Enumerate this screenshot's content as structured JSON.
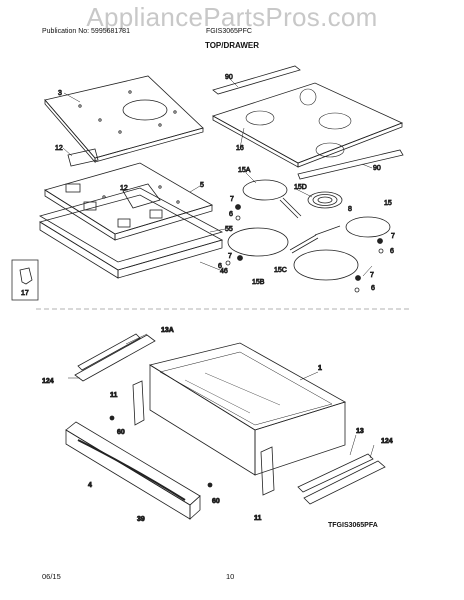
{
  "watermark": "AppliancePartsPros.com",
  "header": {
    "publication": "Publication No: 5995681781",
    "model": "FGIS3065PFC"
  },
  "section_title": "TOP/DRAWER",
  "footer": {
    "date": "06/15",
    "page": "10"
  },
  "diagram_code": "TFGIS3065PFA",
  "callouts": {
    "c3": "3",
    "c12a": "12",
    "c12b": "12",
    "c5": "5",
    "c55": "55",
    "c46": "46",
    "c17": "17",
    "c90a": "90",
    "c16": "16",
    "c90b": "90",
    "c15A": "15A",
    "c15D": "15D",
    "c7a": "7",
    "c6a": "6",
    "c8": "8",
    "c15": "15",
    "c7b": "7",
    "c6b": "6",
    "c7c": "7",
    "c6c": "6",
    "c15C": "15C",
    "c15B": "15B",
    "c7d": "7",
    "c6d": "6",
    "c13A": "13A",
    "c124a": "124",
    "c11a": "11",
    "c60a": "60",
    "c1": "1",
    "c4": "4",
    "c39": "39",
    "c60b": "60",
    "c11b": "11",
    "c13": "13",
    "c124b": "124"
  }
}
